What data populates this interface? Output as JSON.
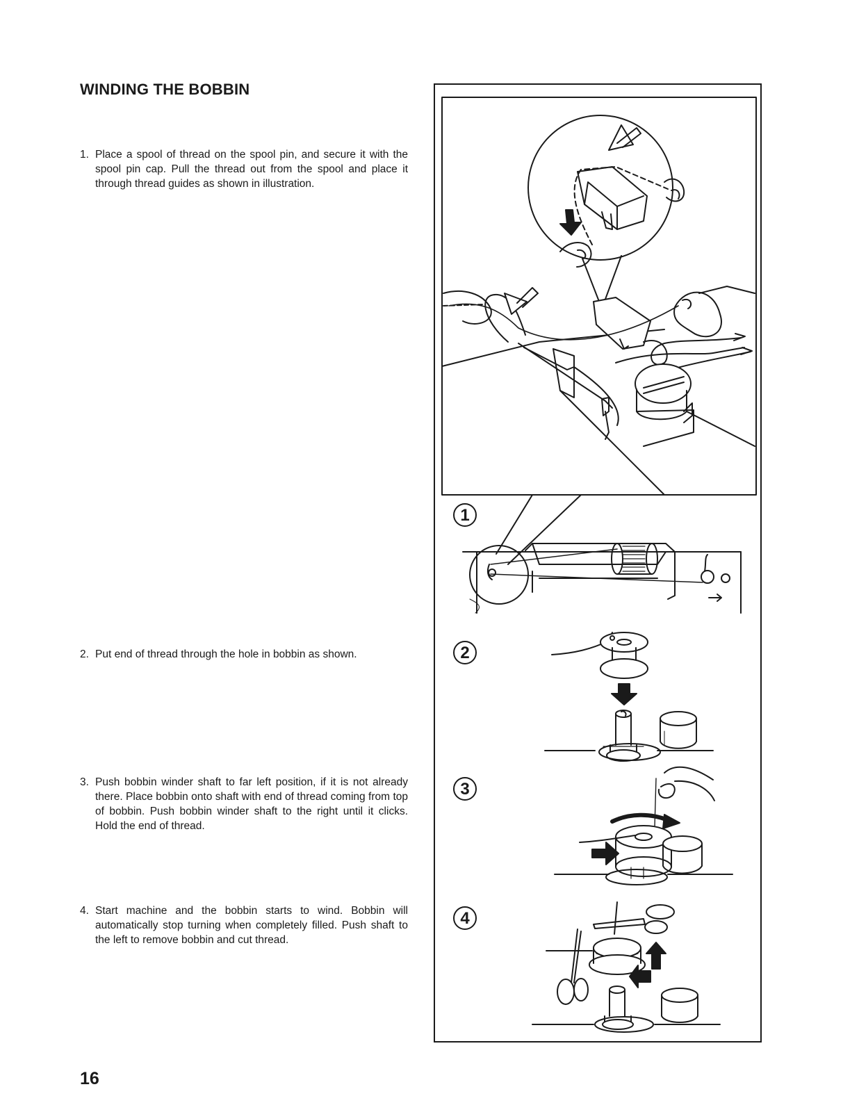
{
  "page": {
    "title": "WINDING THE BOBBIN",
    "page_number": "16"
  },
  "steps": [
    {
      "num": "1.",
      "text": "Place a spool of thread on the spool pin, and secure it with the spool pin cap. Pull the thread out from the spool and place it through thread guides as shown in illustration."
    },
    {
      "num": "2.",
      "text": "Put end of thread through the hole in bobbin as shown."
    },
    {
      "num": "3.",
      "text": "Push bobbin winder shaft to far left position, if it is not already there. Place bobbin onto shaft with end of thread coming from top of bobbin. Push bobbin winder shaft to the right until it clicks. Hold the end of thread."
    },
    {
      "num": "4.",
      "text": "Start machine and the bobbin starts to wind. Bobbin will automatically stop turning when completely filled. Push shaft to the left to remove bobbin and cut thread."
    }
  ],
  "figures": [
    {
      "label": "1",
      "icon": "thread-guide-illustration"
    },
    {
      "label": "2",
      "icon": "bobbin-onto-shaft-illustration"
    },
    {
      "label": "3",
      "icon": "bobbin-winder-push-illustration"
    },
    {
      "label": "4",
      "icon": "cut-thread-scissors-illustration"
    }
  ]
}
